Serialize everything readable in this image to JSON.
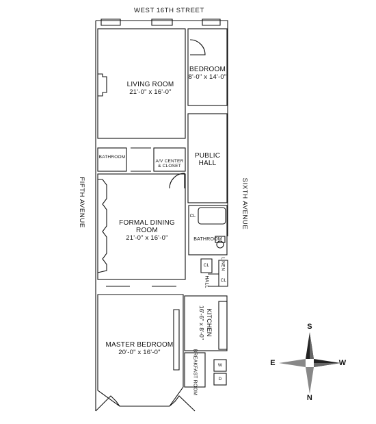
{
  "streets": {
    "north": "WEST 16TH STREET",
    "west": "FIFTH AVENUE",
    "east": "SIXTH AVENUE"
  },
  "rooms": {
    "living_room": {
      "name": "LIVING ROOM",
      "dims": "21'-0\" x 16'-0\""
    },
    "bedroom": {
      "name": "BEDROOM",
      "dims": "8'-0\" x 14'-0\""
    },
    "public_hall": {
      "name_line1": "PUBLIC",
      "name_line2": "HALL"
    },
    "bathroom_small": {
      "name": "BATHROOM"
    },
    "av_center": {
      "line1": "A/V CENTER",
      "line2": "& CLOSET"
    },
    "formal_dining": {
      "line1": "FORMAL DINING",
      "line2": "ROOM",
      "dims": "21'-0\" x 16'-0\""
    },
    "bathroom": {
      "name": "BATHROOM"
    },
    "closet_a": {
      "name": "CL"
    },
    "closet_b": {
      "name": "CL"
    },
    "closet_c": {
      "name": "CL"
    },
    "linen": {
      "name": "LINEN"
    },
    "hall": {
      "name": "HALL"
    },
    "kitchen": {
      "name": "KITCHEN",
      "dims": "16'-6\" x 8'-0\""
    },
    "master_bedroom": {
      "name": "MASTER BEDROOM",
      "dims": "20'-0\" x 16'-0\""
    },
    "breakfast_room": {
      "name": "BREAKFAST ROOM"
    },
    "washer": {
      "name": "W"
    },
    "dryer": {
      "name": "D"
    }
  },
  "compass": {
    "south": "S",
    "east": "E",
    "west": "W",
    "north": "N"
  }
}
